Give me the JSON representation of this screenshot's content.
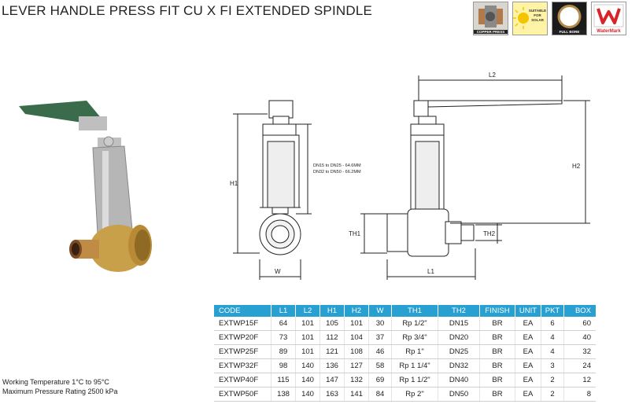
{
  "title": "LEVER HANDLE PRESS FIT CU X FI EXTENDED SPINDLE",
  "badges": [
    {
      "name": "copper-press",
      "caption": "COPPER PRESS"
    },
    {
      "name": "suitable-for-solar",
      "caption": "SUITABLE FOR SOLAR"
    },
    {
      "name": "full-bore",
      "caption": "FULL BORE"
    },
    {
      "name": "watermark",
      "caption": "WaterMark"
    }
  ],
  "diagram": {
    "h1": "H1",
    "w": "W",
    "note1": "DN15 to DN25  - 64.6MM",
    "note2": "DN32 to DN50  - 66.2MM",
    "l2": "L2",
    "h2": "H2",
    "th1": "TH1",
    "th2": "TH2",
    "l1": "L1"
  },
  "table": {
    "headers": [
      "CODE",
      "L1",
      "L2",
      "H1",
      "H2",
      "W",
      "TH1",
      "TH2",
      "FINISH",
      "UNIT",
      "PKT",
      "BOX"
    ],
    "rows": [
      [
        "EXTWP15F",
        "64",
        "101",
        "105",
        "101",
        "30",
        "Rp 1/2\"",
        "DN15",
        "BR",
        "EA",
        "6",
        "60"
      ],
      [
        "EXTWP20F",
        "73",
        "101",
        "112",
        "104",
        "37",
        "Rp 3/4\"",
        "DN20",
        "BR",
        "EA",
        "4",
        "40"
      ],
      [
        "EXTWP25F",
        "89",
        "101",
        "121",
        "108",
        "46",
        "Rp 1\"",
        "DN25",
        "BR",
        "EA",
        "4",
        "32"
      ],
      [
        "EXTWP32F",
        "98",
        "140",
        "136",
        "127",
        "58",
        "Rp 1 1/4\"",
        "DN32",
        "BR",
        "EA",
        "3",
        "24"
      ],
      [
        "EXTWP40F",
        "115",
        "140",
        "147",
        "132",
        "69",
        "Rp 1 1/2\"",
        "DN40",
        "BR",
        "EA",
        "2",
        "12"
      ],
      [
        "EXTWP50F",
        "138",
        "140",
        "163",
        "141",
        "84",
        "Rp 2\"",
        "DN50",
        "BR",
        "EA",
        "2",
        "8"
      ]
    ]
  },
  "notes": {
    "working_temperature": "Working Temperature  1°C to 95°C",
    "max_pressure": "Maximum Pressure Rating  2500 kPa"
  },
  "colors": {
    "header_bg": "#28a0d2",
    "brass": "#c9a04a",
    "handle": "#3a6b4a"
  }
}
